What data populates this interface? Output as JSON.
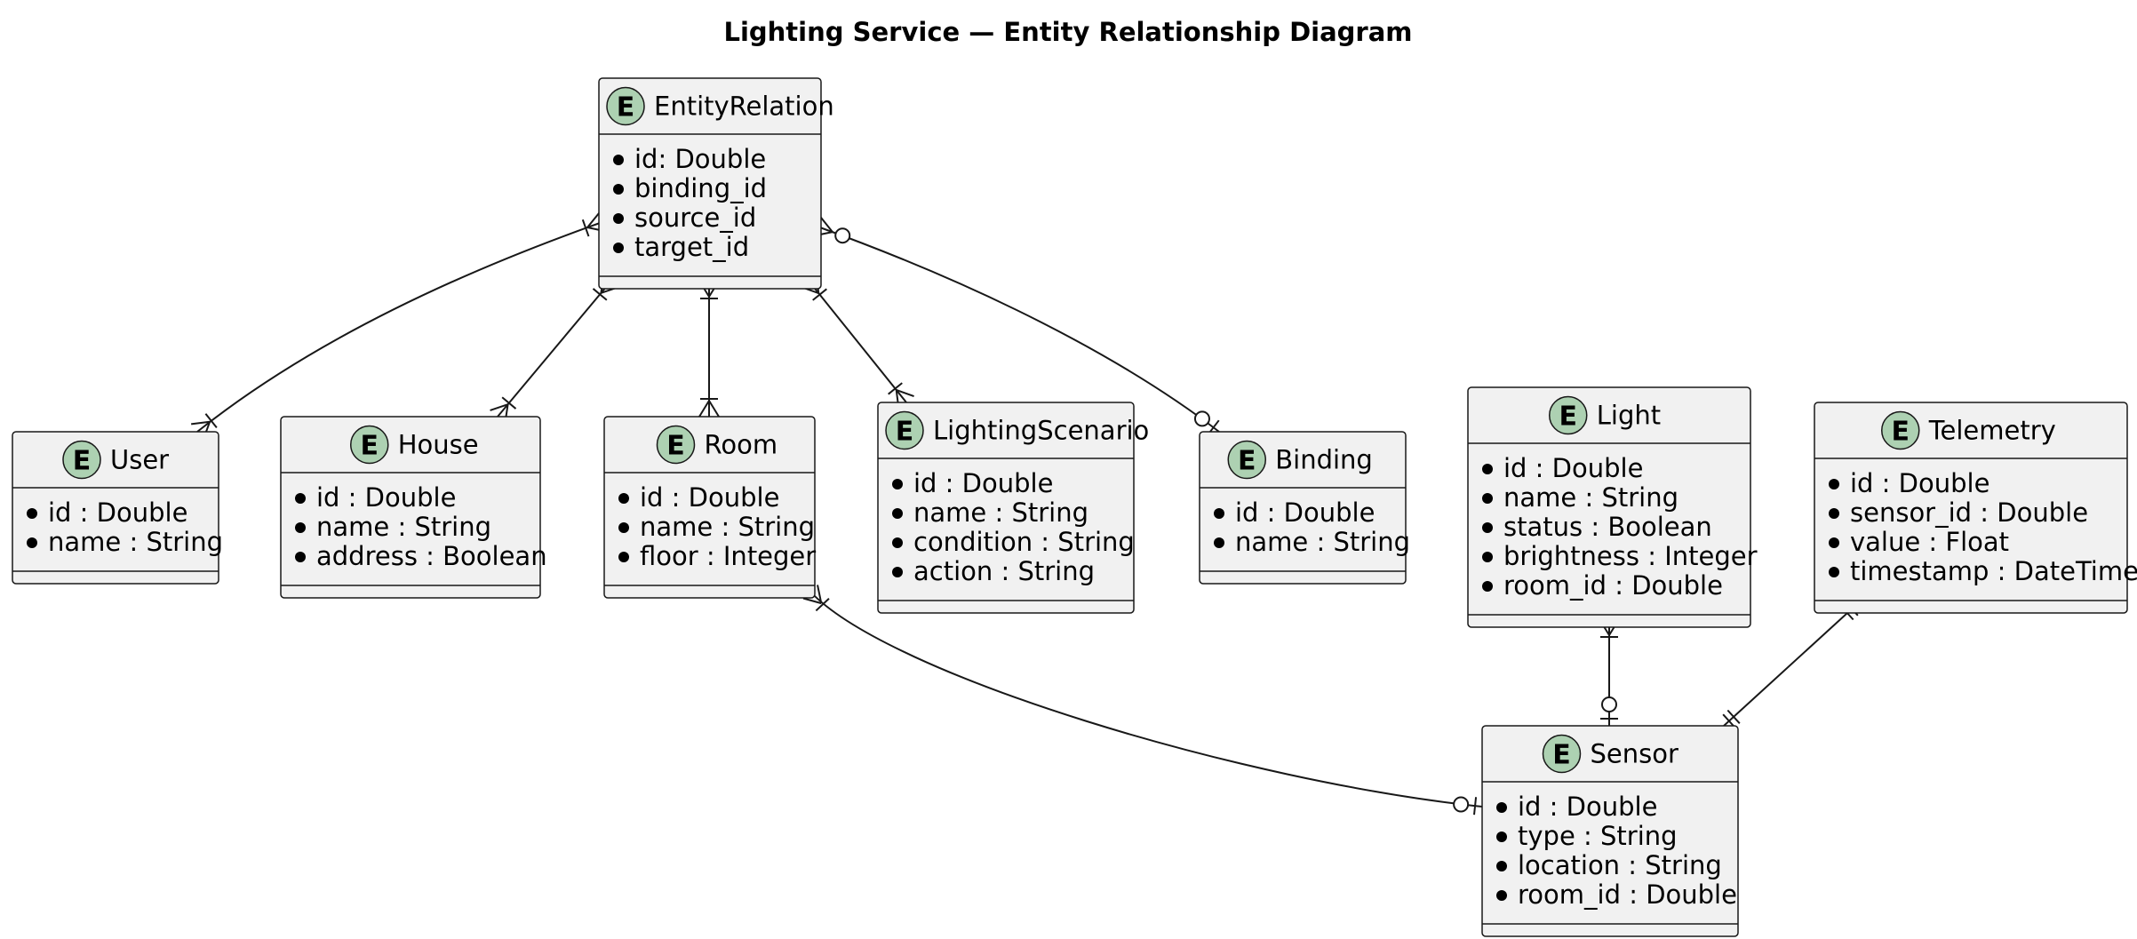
{
  "title": "Lighting Service — Entity Relationship Diagram",
  "badge_letter": "E",
  "colors": {
    "entity_fill": "#f1f1f1",
    "badge_fill": "#add1b2",
    "stroke": "#181818"
  },
  "entities": {
    "EntityRelation": {
      "name": "EntityRelation",
      "attributes": [
        "id: Double",
        "binding_id",
        "source_id",
        "target_id"
      ]
    },
    "User": {
      "name": "User",
      "attributes": [
        "id : Double",
        "name : String"
      ]
    },
    "House": {
      "name": "House",
      "attributes": [
        "id : Double",
        "name : String",
        "address : Boolean"
      ]
    },
    "Room": {
      "name": "Room",
      "attributes": [
        "id : Double",
        "name : String",
        "floor : Integer"
      ]
    },
    "LightingScenario": {
      "name": "LightingScenario",
      "attributes": [
        "id : Double",
        "name : String",
        "condition : String",
        "action : String"
      ]
    },
    "Binding": {
      "name": "Binding",
      "attributes": [
        "id : Double",
        "name : String"
      ]
    },
    "Light": {
      "name": "Light",
      "attributes": [
        "id : Double",
        "name : String",
        "status : Boolean",
        "brightness : Integer",
        "room_id : Double"
      ]
    },
    "Telemetry": {
      "name": "Telemetry",
      "attributes": [
        "id : Double",
        "sensor_id : Double",
        "value : Float",
        "timestamp : DateTime"
      ]
    },
    "Sensor": {
      "name": "Sensor",
      "attributes": [
        "id : Double",
        "type : String",
        "location : String",
        "room_id : Double"
      ]
    }
  },
  "relationships": [
    {
      "from": "EntityRelation",
      "from_card": "one-or-many",
      "to": "User",
      "to_card": "one-or-many"
    },
    {
      "from": "EntityRelation",
      "from_card": "one-or-many",
      "to": "House",
      "to_card": "one-or-many"
    },
    {
      "from": "EntityRelation",
      "from_card": "one-or-many",
      "to": "Room",
      "to_card": "one-or-many"
    },
    {
      "from": "EntityRelation",
      "from_card": "one-or-many",
      "to": "LightingScenario",
      "to_card": "one-or-many"
    },
    {
      "from": "EntityRelation",
      "from_card": "zero-or-many",
      "to": "Binding",
      "to_card": "zero-or-one"
    },
    {
      "from": "Room",
      "from_card": "one-or-many",
      "to": "Sensor",
      "to_card": "zero-or-one"
    },
    {
      "from": "Light",
      "from_card": "one-or-many",
      "to": "Sensor",
      "to_card": "zero-or-one"
    },
    {
      "from": "Telemetry",
      "from_card": "exactly-one",
      "to": "Sensor",
      "to_card": "exactly-one"
    }
  ]
}
